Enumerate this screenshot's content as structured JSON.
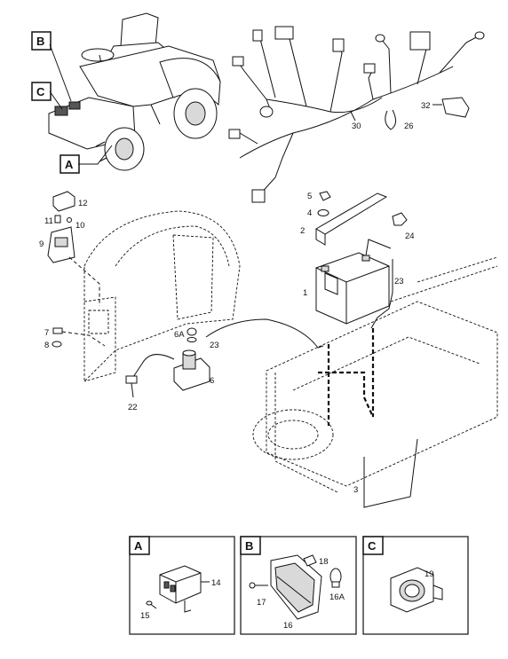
{
  "callouts": {
    "B": "B",
    "C": "C",
    "A": "A",
    "n30": "30",
    "n32": "32",
    "n26": "26",
    "n12": "12",
    "n11": "11",
    "n10": "10",
    "n9": "9",
    "n5": "5",
    "n4": "4",
    "n2": "2",
    "n24": "24",
    "n1": "1",
    "n23a": "23",
    "n23b": "23",
    "n7": "7",
    "n8": "8",
    "n6A": "6A",
    "n6": "6",
    "n22": "22",
    "n3": "3"
  },
  "insets": {
    "A": {
      "label": "A",
      "n14": "14",
      "n15": "15"
    },
    "B": {
      "label": "B",
      "n18": "18",
      "n17": "17",
      "n16": "16",
      "n16A": "16A"
    },
    "C": {
      "label": "C",
      "n19": "19"
    }
  }
}
